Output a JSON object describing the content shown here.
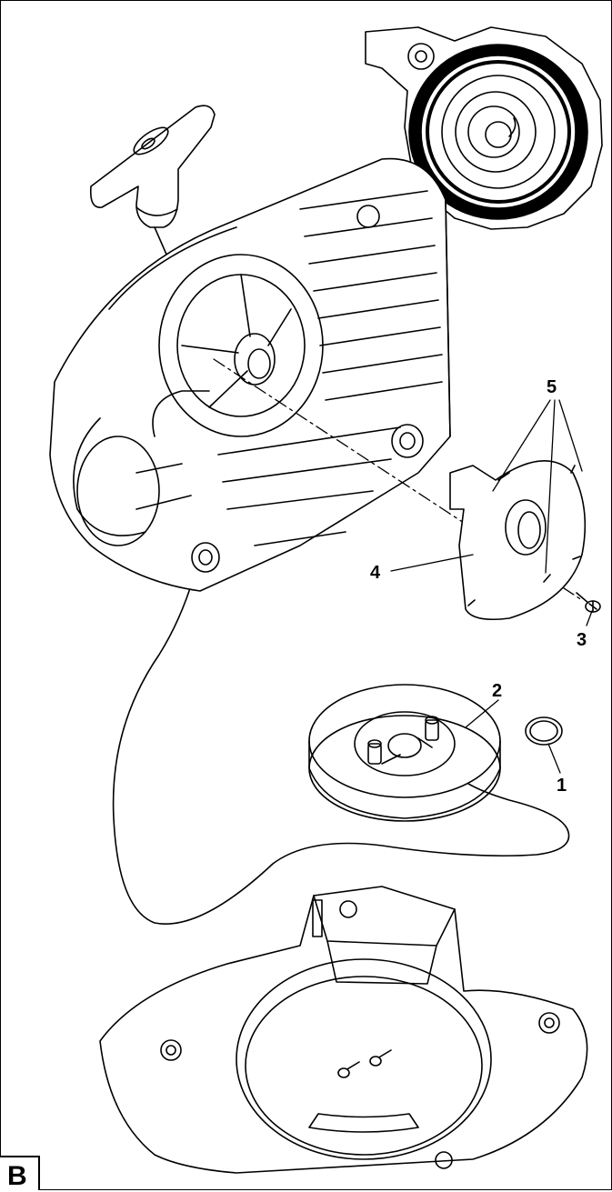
{
  "figure": {
    "panel_label": "B",
    "callouts": [
      {
        "id": "1",
        "label": "1"
      },
      {
        "id": "2",
        "label": "2"
      },
      {
        "id": "3",
        "label": "3"
      },
      {
        "id": "4",
        "label": "4"
      },
      {
        "id": "5",
        "label": "5"
      }
    ]
  }
}
